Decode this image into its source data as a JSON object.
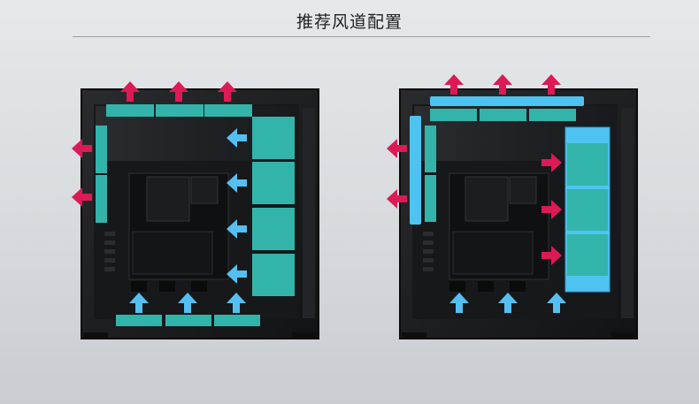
{
  "header": {
    "title": "推荐风道配置"
  },
  "colors": {
    "exhaust_arrow": "#dc1a55",
    "intake_arrow": "#55bff2",
    "fan": "#33b4aa",
    "radiator": "#4ec3f0",
    "case_body": "#1b1c1e"
  },
  "configs": [
    {
      "id": "left-config",
      "fans": "teal",
      "radiator": false
    },
    {
      "id": "right-config",
      "fans": "teal",
      "radiator": true
    }
  ]
}
